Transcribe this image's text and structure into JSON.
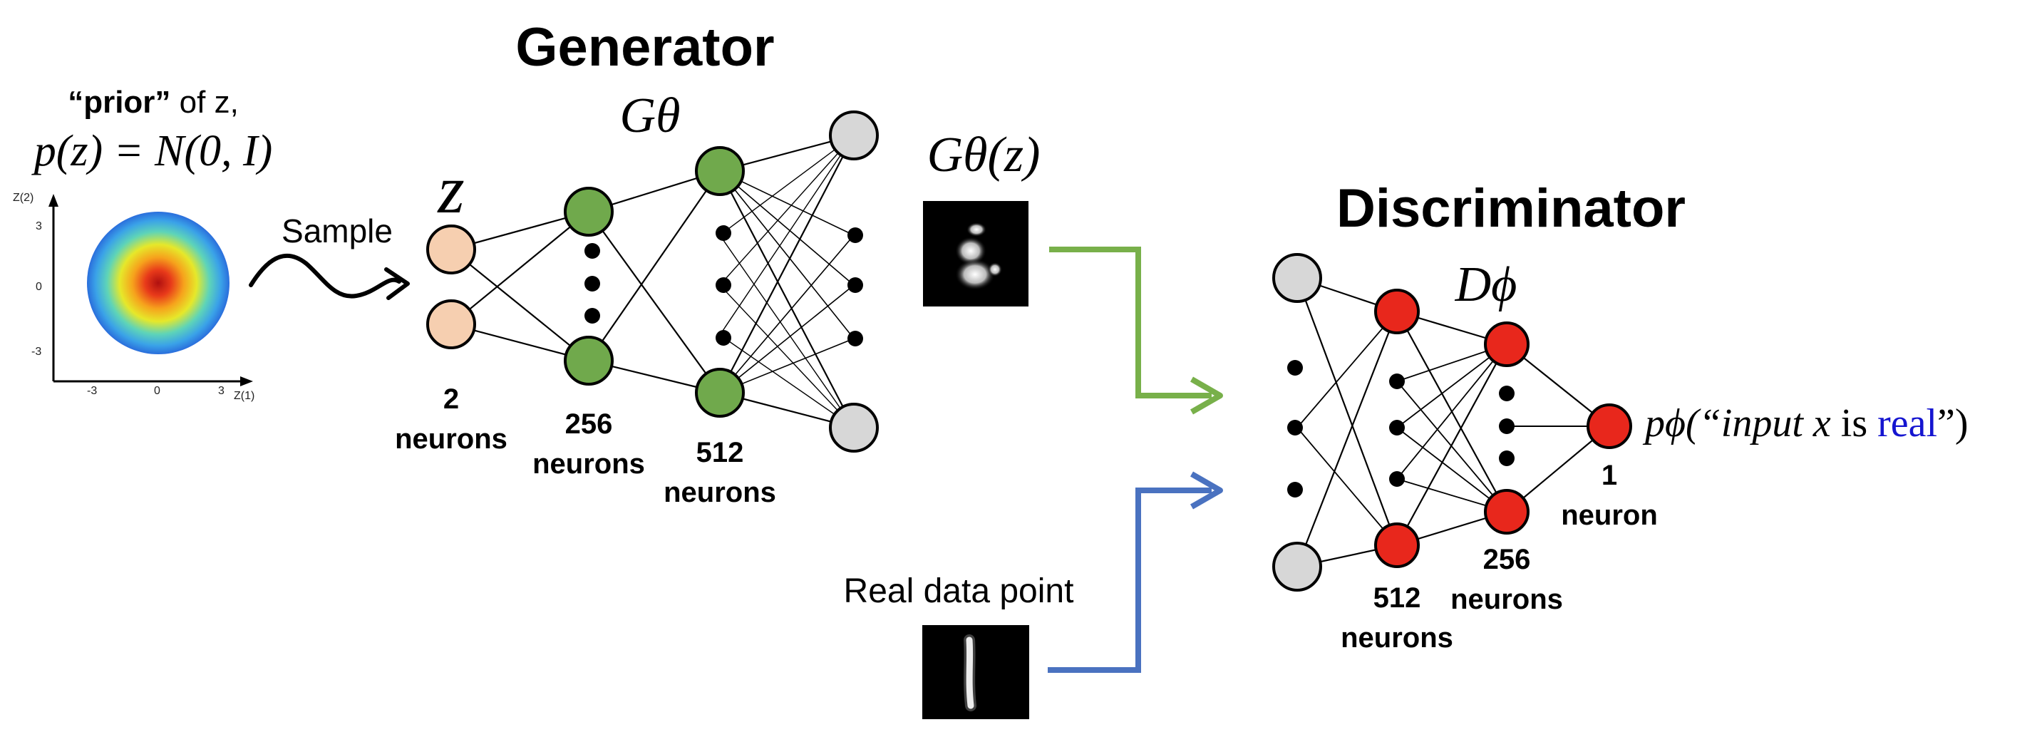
{
  "prior": {
    "title_bold": "“prior”",
    "title_rest": " of z,",
    "formula": "p(z) = N(0, I)",
    "axis_y": "Z(2)",
    "axis_x": "Z(1)",
    "y_ticks": [
      "3",
      "0",
      "-3"
    ],
    "x_ticks": [
      "-3",
      "0",
      "3"
    ]
  },
  "sample_label": "Sample",
  "generator": {
    "title": "Generator",
    "param_label": "Gθ",
    "input_symbol": "z",
    "layers": [
      {
        "count": "2",
        "unit": "neurons"
      },
      {
        "count": "256",
        "unit": "neurons"
      },
      {
        "count": "512",
        "unit": "neurons"
      }
    ],
    "output_label": "Gθ(z)"
  },
  "real_data_label": "Real data point",
  "discriminator": {
    "title": "Discriminator",
    "param_label": "Dϕ",
    "layers": [
      {
        "count": "512",
        "unit": "neurons"
      },
      {
        "count": "256",
        "unit": "neurons"
      },
      {
        "count": "1",
        "unit": "neuron"
      }
    ],
    "output_prefix": "pϕ(“input ",
    "output_var": "x",
    "output_mid": " is ",
    "output_real": "real",
    "output_suffix": "”)"
  },
  "colors": {
    "input_node": "#f6cfb0",
    "gen_node": "#70a94c",
    "gray_node": "#d7d7d7",
    "disc_node": "#e8271c",
    "green_arrow": "#78b04a",
    "blue_arrow": "#4a72c0",
    "real_word": "#1515d0"
  }
}
